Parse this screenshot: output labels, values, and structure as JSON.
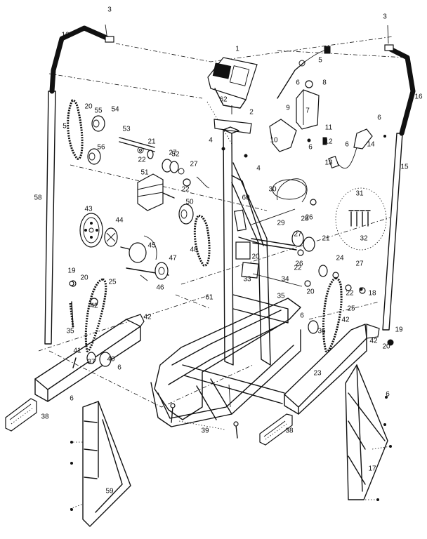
{
  "callouts": [
    {
      "id": "c1",
      "label": "1"
    },
    {
      "id": "c2",
      "label": "2"
    },
    {
      "id": "c3l",
      "label": "3"
    },
    {
      "id": "c3r",
      "label": "3"
    },
    {
      "id": "c4a",
      "label": "4"
    },
    {
      "id": "c4b",
      "label": "4"
    },
    {
      "id": "c5a",
      "label": "5"
    },
    {
      "id": "c5b",
      "label": "5"
    },
    {
      "id": "c6a",
      "label": "6"
    },
    {
      "id": "c6b",
      "label": "6"
    },
    {
      "id": "c6c",
      "label": "6"
    },
    {
      "id": "c6d",
      "label": "6"
    },
    {
      "id": "c6e",
      "label": "6"
    },
    {
      "id": "c6f",
      "label": "6"
    },
    {
      "id": "c6g",
      "label": "6"
    },
    {
      "id": "c6h",
      "label": "6"
    },
    {
      "id": "c7",
      "label": "7"
    },
    {
      "id": "c8",
      "label": "8"
    },
    {
      "id": "c9",
      "label": "9"
    },
    {
      "id": "c10",
      "label": "10"
    },
    {
      "id": "c11",
      "label": "11"
    },
    {
      "id": "c12",
      "label": "12"
    },
    {
      "id": "c13",
      "label": "13"
    },
    {
      "id": "c14",
      "label": "14"
    },
    {
      "id": "c15",
      "label": "15"
    },
    {
      "id": "c16l",
      "label": "16"
    },
    {
      "id": "c16r",
      "label": "16"
    },
    {
      "id": "c17",
      "label": "17"
    },
    {
      "id": "c18",
      "label": "18"
    },
    {
      "id": "c19l",
      "label": "19"
    },
    {
      "id": "c19r",
      "label": "19"
    },
    {
      "id": "c20a",
      "label": "20"
    },
    {
      "id": "c20b",
      "label": "20"
    },
    {
      "id": "c20c",
      "label": "20"
    },
    {
      "id": "c20d",
      "label": "20"
    },
    {
      "id": "c20e",
      "label": "20"
    },
    {
      "id": "c21a",
      "label": "21"
    },
    {
      "id": "c21b",
      "label": "21"
    },
    {
      "id": "c22a",
      "label": "22"
    },
    {
      "id": "c22b",
      "label": "22"
    },
    {
      "id": "c22c",
      "label": "22"
    },
    {
      "id": "c22d",
      "label": "22"
    },
    {
      "id": "c23",
      "label": "23"
    },
    {
      "id": "c24",
      "label": "24"
    },
    {
      "id": "c25l",
      "label": "25"
    },
    {
      "id": "c25r",
      "label": "25"
    },
    {
      "id": "c26a",
      "label": "26"
    },
    {
      "id": "c26b",
      "label": "26"
    },
    {
      "id": "c27a",
      "label": "27"
    },
    {
      "id": "c27b",
      "label": "27"
    },
    {
      "id": "c27c",
      "label": "27"
    },
    {
      "id": "c27d",
      "label": "27"
    },
    {
      "id": "c28",
      "label": "28"
    },
    {
      "id": "c29",
      "label": "29"
    },
    {
      "id": "c30",
      "label": "30"
    },
    {
      "id": "c31",
      "label": "31"
    },
    {
      "id": "c32",
      "label": "32"
    },
    {
      "id": "c33",
      "label": "33"
    },
    {
      "id": "c34",
      "label": "34"
    },
    {
      "id": "c35l",
      "label": "35"
    },
    {
      "id": "c35r",
      "label": "35"
    },
    {
      "id": "c36",
      "label": "36"
    },
    {
      "id": "c37",
      "label": "37"
    },
    {
      "id": "c38l",
      "label": "38"
    },
    {
      "id": "c38r",
      "label": "38"
    },
    {
      "id": "c39",
      "label": "39"
    },
    {
      "id": "c40",
      "label": "40"
    },
    {
      "id": "c41",
      "label": "41"
    },
    {
      "id": "c42a",
      "label": "42"
    },
    {
      "id": "c42b",
      "label": "42"
    },
    {
      "id": "c42c",
      "label": "42"
    },
    {
      "id": "c42d",
      "label": "42"
    },
    {
      "id": "c43",
      "label": "43"
    },
    {
      "id": "c44",
      "label": "44"
    },
    {
      "id": "c45",
      "label": "45"
    },
    {
      "id": "c46",
      "label": "46"
    },
    {
      "id": "c47",
      "label": "47"
    },
    {
      "id": "c48",
      "label": "48"
    },
    {
      "id": "c50",
      "label": "50"
    },
    {
      "id": "c51",
      "label": "51"
    },
    {
      "id": "c52",
      "label": "52"
    },
    {
      "id": "c53",
      "label": "53"
    },
    {
      "id": "c54",
      "label": "54"
    },
    {
      "id": "c55",
      "label": "55"
    },
    {
      "id": "c56",
      "label": "56"
    },
    {
      "id": "c58",
      "label": "58"
    },
    {
      "id": "c59",
      "label": "59"
    },
    {
      "id": "c60",
      "label": "60"
    },
    {
      "id": "c61",
      "label": "61"
    },
    {
      "id": "c62",
      "label": "62"
    }
  ]
}
